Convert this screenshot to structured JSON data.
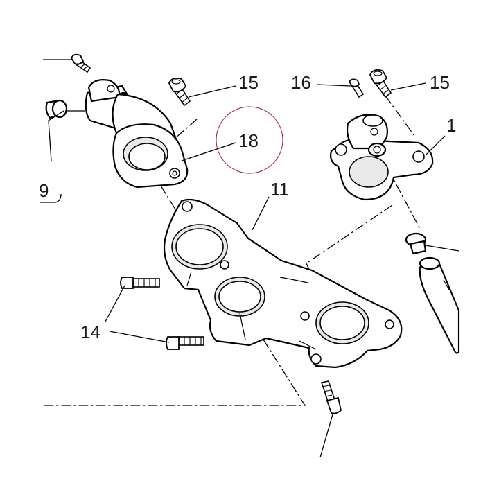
{
  "callouts": {
    "c15a": "15",
    "c15b": "15",
    "c16": "16",
    "c1": "1",
    "c18": "18",
    "c11": "11",
    "c14": "14",
    "c9": "9"
  },
  "colors": {
    "line": "#000000",
    "highlight_circle": "#a0203a",
    "background": "#ffffff"
  }
}
